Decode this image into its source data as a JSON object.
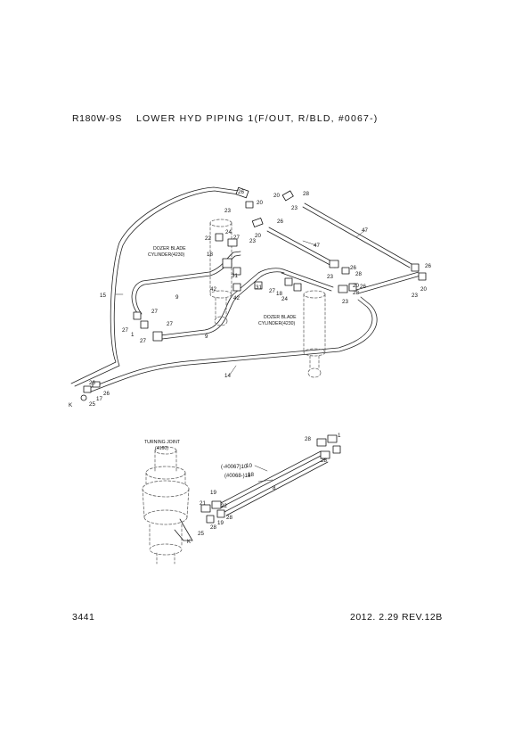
{
  "header": {
    "model": "R180W-9S",
    "title": "LOWER HYD PIPING 1(F/OUT, R/BLD, #0067-)"
  },
  "footer": {
    "page_number": "3441",
    "date_rev": "2012. 2.29   REV.12B"
  },
  "annotations": {
    "dozer_blade_1_line1": "DOZER BLADE",
    "dozer_blade_1_line2": "CYLINDER(4230)",
    "dozer_blade_2_line1": "DOZER BLADE",
    "dozer_blade_2_line2": "CYLINDER(4230)",
    "turning_joint_line1": "TURNING JOINT",
    "turning_joint_line2": "(4160)",
    "serial_range_1": "(-#0067)10",
    "serial_range_2": "(#0068-)18",
    "detail_ref": "K"
  },
  "part_callouts": [
    "26",
    "20",
    "23",
    "20",
    "28",
    "23",
    "26",
    "20",
    "23",
    "24",
    "22",
    "18",
    "27",
    "15",
    "9",
    "31",
    "42",
    "42",
    "31",
    "47",
    "47",
    "26",
    "28",
    "23",
    "26",
    "20",
    "23",
    "27",
    "18",
    "24",
    "20",
    "28",
    "23",
    "26",
    "27",
    "27",
    "1",
    "27",
    "27",
    "9",
    "14",
    "26",
    "26",
    "17",
    "25",
    "K",
    "28",
    "1",
    "28",
    "10",
    "18",
    "8",
    "19",
    "21",
    "22",
    "25",
    "28",
    "19",
    "28"
  ]
}
